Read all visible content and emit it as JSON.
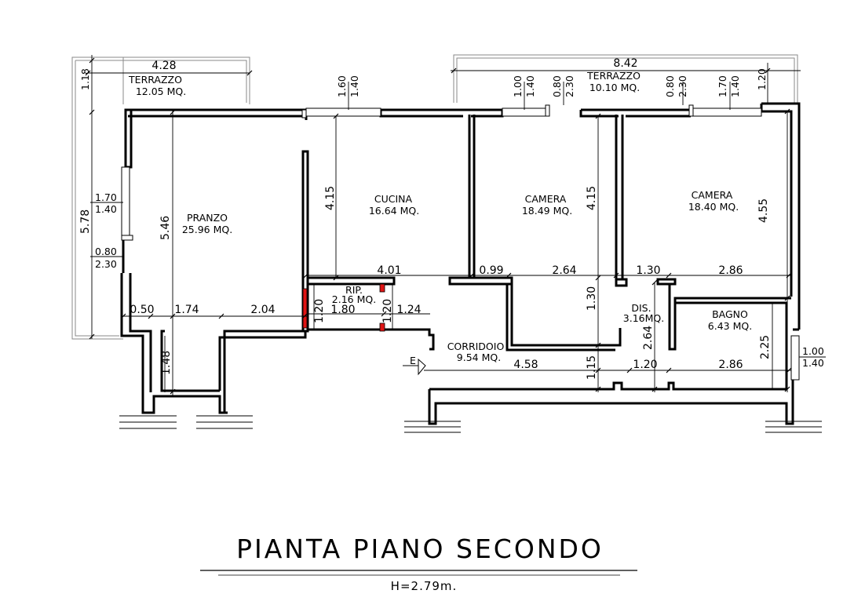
{
  "rooms": {
    "terrazzo_left": {
      "name": "TERRAZZO",
      "area": "12.05  MQ."
    },
    "terrazzo_right": {
      "name": "TERRAZZO",
      "area": "10.10  MQ."
    },
    "pranzo": {
      "name": "PRANZO",
      "area": "25.96  MQ."
    },
    "cucina": {
      "name": "CUCINA",
      "area": "16.64  MQ."
    },
    "camera1": {
      "name": "CAMERA",
      "area": "18.49  MQ."
    },
    "camera2": {
      "name": "CAMERA",
      "area": "18.40  MQ."
    },
    "rip": {
      "name": "RIP.",
      "area": "2.16  MQ."
    },
    "dis": {
      "name": "DIS.",
      "area": "3.16MQ."
    },
    "bagno": {
      "name": "BAGNO",
      "area": "6.43  MQ."
    },
    "corridoio": {
      "name": "CORRIDOIO",
      "area": "9.54  MQ."
    }
  },
  "dimensions": {
    "d428": "4.28",
    "d118": "1.18",
    "d842": "8.42",
    "d120r": "1.20",
    "d160": "1.60",
    "d140a": "1.40",
    "d100a": "1.00",
    "d140b": "1.40",
    "d080a": "0.80",
    "d230a": "2.30",
    "d080b": "0.80",
    "d230b": "2.30",
    "d170a": "1.70",
    "d140c": "1.40",
    "d578": "5.78",
    "d546": "5.46",
    "d170b": "1.70",
    "d140d": "1.40",
    "d080c": "0.80",
    "d230c": "2.30",
    "d415a": "4.15",
    "d415b": "4.15",
    "d455": "4.55",
    "d401": "4.01",
    "d099": "0.99",
    "d264a": "2.64",
    "d130a": "1.30",
    "d286a": "2.86",
    "d050": "0.50",
    "d174": "1.74",
    "d204": "2.04",
    "d120a": "1.20",
    "d180": "1.80",
    "d120b": "1.20",
    "d124": "1.24",
    "d130b": "1.30",
    "d264b": "2.64",
    "d225": "2.25",
    "d100b": "1.00",
    "d140e": "1.40",
    "d148": "1.48",
    "d458": "4.58",
    "d115": "1.15",
    "d120c": "1.20",
    "d286b": "2.86"
  },
  "entrance": "E",
  "title": "PIANTA  PIANO  SECONDO",
  "subtitle": "H=2.79m."
}
